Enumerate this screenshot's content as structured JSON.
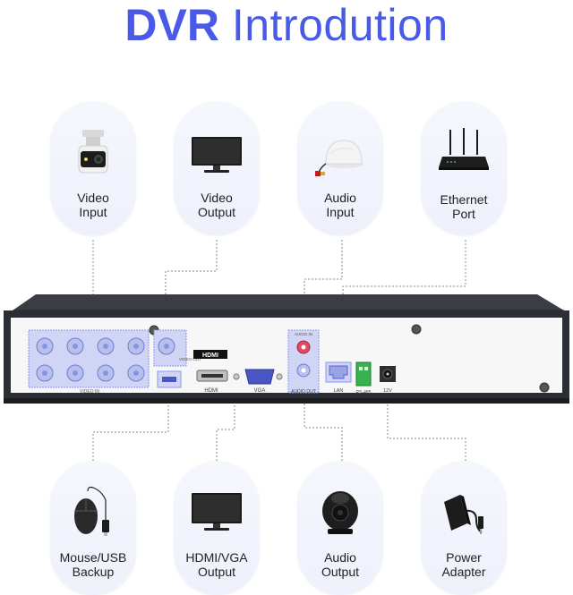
{
  "title": {
    "bold": "DVR",
    "rest": "Introdution"
  },
  "top_items": [
    {
      "label1": "Video",
      "label2": "Input",
      "icon": "camera-icon"
    },
    {
      "label1": "Video",
      "label2": "Output",
      "icon": "monitor-icon"
    },
    {
      "label1": "Audio",
      "label2": "Input",
      "icon": "microphone-icon"
    },
    {
      "label1": "Ethernet",
      "label2": "Port",
      "icon": "router-icon"
    }
  ],
  "bottom_items": [
    {
      "label1": "Mouse/USB",
      "label2": "Backup",
      "icon": "mouse-icon"
    },
    {
      "label1": "HDMI/VGA",
      "label2": "Output",
      "icon": "monitor-icon"
    },
    {
      "label1": "Audio",
      "label2": "Output",
      "icon": "speaker-icon"
    },
    {
      "label1": "Power",
      "label2": "Adapter",
      "icon": "power-adapter-icon"
    }
  ],
  "panel_labels": {
    "hdmi_logo": "HDMI",
    "video_in": "VIDEO IN",
    "video_out": "VIDEO OUT",
    "hdmi": "HDMI",
    "vga": "VGA",
    "audio_in": "AUDIO IN",
    "audio_out": "AUDIO OUT",
    "lan": "LAN",
    "rs485": "RS-485",
    "power": "12V"
  },
  "colors": {
    "accent": "#4a5ae8",
    "highlight": "#8a96f0"
  }
}
